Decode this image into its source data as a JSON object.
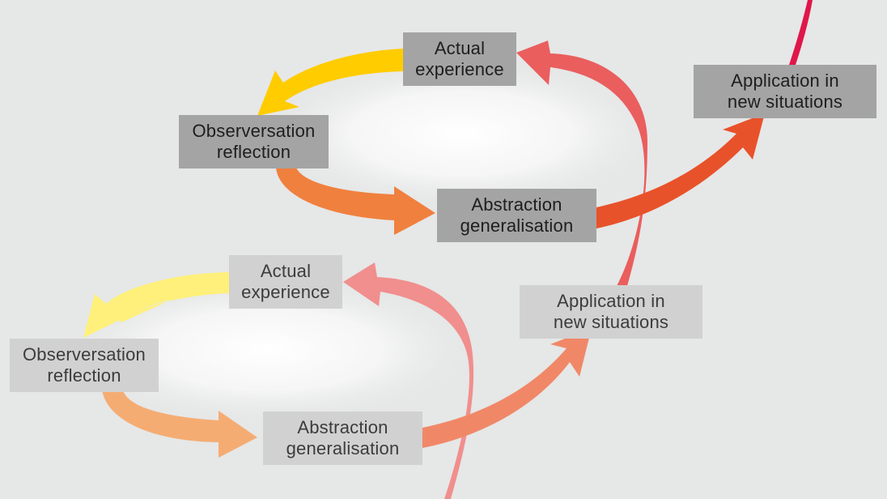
{
  "diagram": {
    "cycles": [
      {
        "id": "upper",
        "actual_experience": [
          "Actual",
          "experience"
        ],
        "observation_reflection": [
          "Observersation",
          "reflection"
        ],
        "abstraction": [
          "Abstraction",
          "generalisation"
        ],
        "application": [
          "Application in",
          "new situations"
        ]
      },
      {
        "id": "lower",
        "actual_experience": [
          "Actual",
          "experience"
        ],
        "observation_reflection": [
          "Observersation",
          "reflection"
        ],
        "abstraction": [
          "Abstraction",
          "generalisation"
        ],
        "application": [
          "Application in",
          "new situations"
        ]
      }
    ],
    "colors": {
      "background": "#e6e7e7",
      "upper_experience_to_observation": "#ffcc00",
      "upper_observation_to_abstraction": "#f0803e",
      "upper_abstraction_to_application": "#e8522a",
      "upper_spiral_return": "#ea5e5e",
      "lower_experience_to_observation": "#fef07a",
      "lower_observation_to_abstraction": "#f5ac72",
      "lower_abstraction_to_application": "#f08868",
      "lower_spiral_return": "#f08a88",
      "spiral_tail_top": "#e0164a",
      "box_dark": "#a4a4a4",
      "box_light": "#d1d1d1"
    }
  }
}
